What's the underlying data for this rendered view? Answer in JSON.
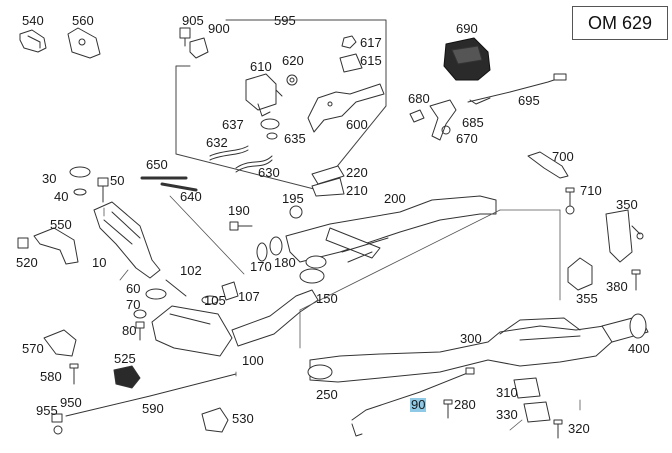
{
  "diagram": {
    "model_code": "OM 629",
    "highlighted_part": "90",
    "colors": {
      "line": "#333333",
      "fill": "#ffffff",
      "highlight": "#8ec9e6"
    }
  },
  "labels": {
    "p540": "540",
    "p560": "560",
    "p905": "905",
    "p900": "900",
    "p595": "595",
    "p690": "690",
    "p617": "617",
    "p615": "615",
    "p610": "610",
    "p620": "620",
    "p680": "680",
    "p695": "695",
    "p685": "685",
    "p670": "670",
    "p637": "637",
    "p635": "635",
    "p632": "632",
    "p600": "600",
    "p630": "630",
    "p650": "650",
    "p700": "700",
    "p30": "30",
    "p40": "40",
    "p50": "50",
    "p220": "220",
    "p210": "210",
    "p710": "710",
    "p640": "640",
    "p195": "195",
    "p200": "200",
    "p350": "350",
    "p190": "190",
    "p550": "550",
    "p520": "520",
    "p10": "10",
    "p170": "170",
    "p180": "180",
    "p102": "102",
    "p60": "60",
    "p105": "105",
    "p107": "107",
    "p150": "150",
    "p355": "355",
    "p380": "380",
    "p70": "70",
    "p80": "80",
    "p300": "300",
    "p400": "400",
    "p570": "570",
    "p525": "525",
    "p100": "100",
    "p580": "580",
    "p250": "250",
    "p310": "310",
    "p950": "950",
    "p955": "955",
    "p590": "590",
    "p90": "90",
    "p280": "280",
    "p530": "530",
    "p330": "330",
    "p320": "320"
  }
}
